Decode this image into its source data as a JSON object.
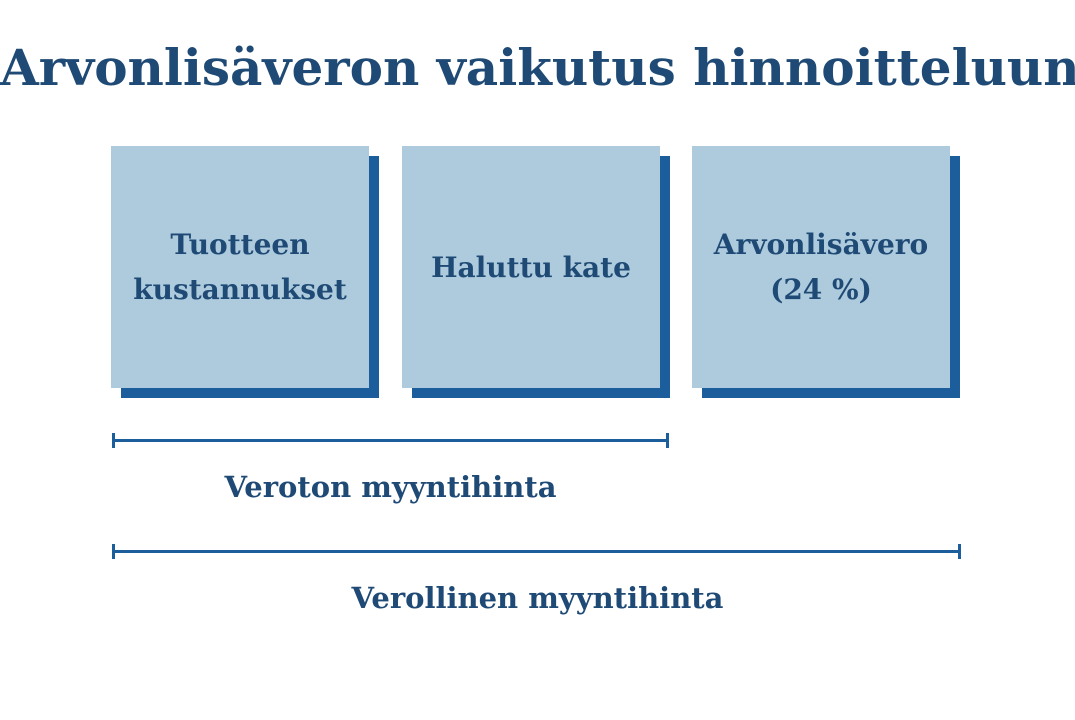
{
  "title": "Arvonlisäveron vaikutus hinnoitteluun",
  "boxes": [
    {
      "label": "Tuotteen kustannukset"
    },
    {
      "label": "Haluttu kate"
    },
    {
      "label": "Arvonlisävero (24 %)"
    }
  ],
  "brackets": {
    "net_price": "Veroton myyntihinta",
    "gross_price": "Verollinen myyntihinta"
  },
  "colors": {
    "text": "#1e4a75",
    "box_fill": "#aecbdd",
    "box_shadow": "#1c5d9b",
    "bracket": "#1c5d9b"
  }
}
